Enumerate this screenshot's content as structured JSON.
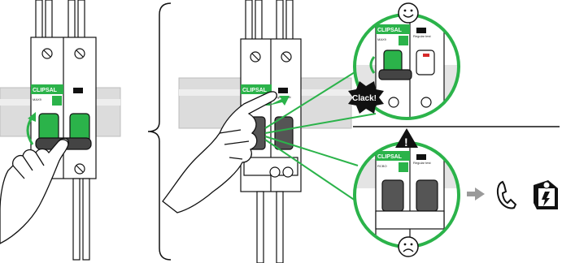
{
  "brand_label": "CLIPSAL",
  "model_line1": "MAX9",
  "model_line2": "RCBO",
  "test_label": "Regular test",
  "sound_label": "Clack!",
  "mark_warning": "!",
  "colors": {
    "accent_green": "#2bb34a",
    "ink": "#111111",
    "rail_grey": "#d9d9d9",
    "warning_black": "#000000"
  },
  "icons": [
    "smiley-face-icon",
    "warning-triangle-icon",
    "sad-face-icon",
    "arrow-right-icon",
    "phone-icon",
    "electrician-icon",
    "hand-icon"
  ]
}
